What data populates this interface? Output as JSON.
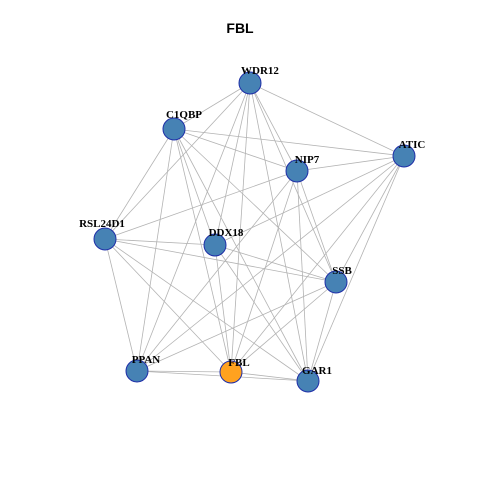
{
  "title": "FBL",
  "colors": {
    "node": "#4682b4",
    "highlight": "#ffa21f",
    "node_border": "#1f2fa8",
    "edge": "#b3b3b3"
  },
  "nodes": [
    {
      "id": "WDR12",
      "label": "WDR12"
    },
    {
      "id": "C1QBP",
      "label": "C1QBP"
    },
    {
      "id": "NIP7",
      "label": "NIP7"
    },
    {
      "id": "ATIC",
      "label": "ATIC"
    },
    {
      "id": "RSL24D1",
      "label": "RSL24D1"
    },
    {
      "id": "DDX18",
      "label": "DDX18"
    },
    {
      "id": "SSB",
      "label": "SSB"
    },
    {
      "id": "PPAN",
      "label": "PPAN"
    },
    {
      "id": "FBL",
      "label": "FBL",
      "highlight": true
    },
    {
      "id": "GAR1",
      "label": "GAR1"
    }
  ],
  "edges": [
    [
      "WDR12",
      "C1QBP"
    ],
    [
      "WDR12",
      "NIP7"
    ],
    [
      "WDR12",
      "ATIC"
    ],
    [
      "WDR12",
      "RSL24D1"
    ],
    [
      "WDR12",
      "DDX18"
    ],
    [
      "WDR12",
      "SSB"
    ],
    [
      "WDR12",
      "PPAN"
    ],
    [
      "WDR12",
      "FBL"
    ],
    [
      "WDR12",
      "GAR1"
    ],
    [
      "C1QBP",
      "NIP7"
    ],
    [
      "C1QBP",
      "ATIC"
    ],
    [
      "C1QBP",
      "RSL24D1"
    ],
    [
      "C1QBP",
      "DDX18"
    ],
    [
      "C1QBP",
      "SSB"
    ],
    [
      "C1QBP",
      "PPAN"
    ],
    [
      "C1QBP",
      "FBL"
    ],
    [
      "C1QBP",
      "GAR1"
    ],
    [
      "NIP7",
      "ATIC"
    ],
    [
      "NIP7",
      "RSL24D1"
    ],
    [
      "NIP7",
      "SSB"
    ],
    [
      "NIP7",
      "PPAN"
    ],
    [
      "NIP7",
      "FBL"
    ],
    [
      "NIP7",
      "GAR1"
    ],
    [
      "ATIC",
      "DDX18"
    ],
    [
      "ATIC",
      "SSB"
    ],
    [
      "ATIC",
      "PPAN"
    ],
    [
      "ATIC",
      "FBL"
    ],
    [
      "ATIC",
      "GAR1"
    ],
    [
      "RSL24D1",
      "DDX18"
    ],
    [
      "RSL24D1",
      "SSB"
    ],
    [
      "RSL24D1",
      "PPAN"
    ],
    [
      "RSL24D1",
      "FBL"
    ],
    [
      "RSL24D1",
      "GAR1"
    ],
    [
      "DDX18",
      "SSB"
    ],
    [
      "DDX18",
      "FBL"
    ],
    [
      "DDX18",
      "GAR1"
    ],
    [
      "SSB",
      "PPAN"
    ],
    [
      "SSB",
      "FBL"
    ],
    [
      "SSB",
      "GAR1"
    ],
    [
      "PPAN",
      "FBL"
    ],
    [
      "PPAN",
      "GAR1"
    ],
    [
      "FBL",
      "GAR1"
    ]
  ]
}
